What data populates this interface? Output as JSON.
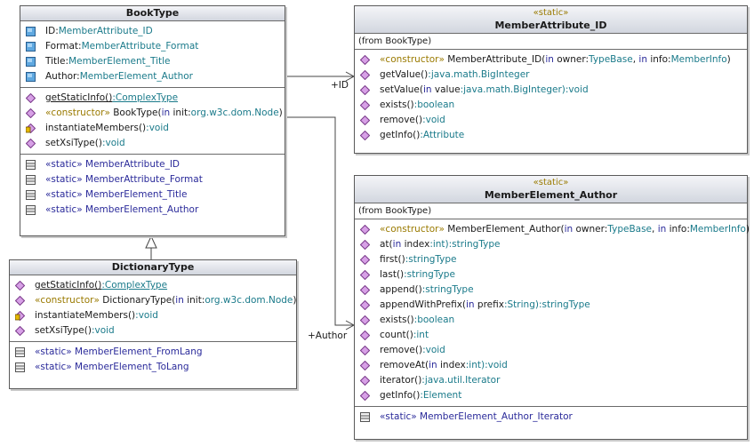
{
  "book_type": {
    "name": "BookType",
    "attributes": [
      {
        "name": "ID",
        "sep": ":",
        "type": "MemberAttribute_ID"
      },
      {
        "name": "Format",
        "sep": ":",
        "type": "MemberAttribute_Format"
      },
      {
        "name": "Title",
        "sep": ":",
        "type": "MemberElement_Title"
      },
      {
        "name": "Author",
        "sep": ":",
        "type": "MemberElement_Author"
      }
    ],
    "ops": {
      "op1_name": "getStaticInfo()",
      "op1_type": ":ComplexType",
      "op2_kw": "«constructor»",
      "op2_name": " BookType(",
      "op2_in": "in",
      "op2_pname": " init",
      "op2_sep": ":",
      "op2_ptype": "org.w3c.dom.Node",
      "op2_close": ")",
      "op3_name": "instantiateMembers()",
      "op3_type": ":void",
      "op4_name": "setXsiType()",
      "op4_type": ":void"
    },
    "nested": [
      {
        "kw": "«static»",
        "name": " MemberAttribute_ID"
      },
      {
        "kw": "«static»",
        "name": " MemberAttribute_Format"
      },
      {
        "kw": "«static»",
        "name": " MemberElement_Title"
      },
      {
        "kw": "«static»",
        "name": " MemberElement_Author"
      }
    ]
  },
  "dictionary_type": {
    "name": "DictionaryType",
    "ops": {
      "op1_name": "getStaticInfo()",
      "op1_type": ":ComplexType",
      "op2_kw": "«constructor»",
      "op2_name": " DictionaryType(",
      "op2_in": "in",
      "op2_pname": " init",
      "op2_sep": ":",
      "op2_ptype": "org.w3c.dom.Node",
      "op2_close": ")",
      "op3_name": "instantiateMembers()",
      "op3_type": ":void",
      "op4_name": "setXsiType()",
      "op4_type": ":void"
    },
    "nested": [
      {
        "kw": "«static»",
        "name": " MemberElement_FromLang"
      },
      {
        "kw": "«static»",
        "name": " MemberElement_ToLang"
      }
    ]
  },
  "member_attribute_id": {
    "stereotype": "«static»",
    "name": "MemberAttribute_ID",
    "from": "(from BookType)",
    "ops": {
      "c_kw": "«constructor»",
      "c_name": " MemberAttribute_ID(",
      "c_in1": "in",
      "c_p1": " owner",
      "c_s1": ":",
      "c_t1": "TypeBase",
      "c_comma": ", ",
      "c_in2": "in",
      "c_p2": " info",
      "c_s2": ":",
      "c_t2": "MemberInfo",
      "c_close": ")",
      "o2_name": "getValue()",
      "o2_type": ":java.math.BigInteger",
      "o3_name": "setValue(",
      "o3_in": "in",
      "o3_pname": " value",
      "o3_ptype": ":java.math.BigInteger",
      "o3_type": "):void",
      "o4_name": "exists()",
      "o4_type": ":boolean",
      "o5_name": "remove()",
      "o5_type": ":void",
      "o6_name": "getInfo()",
      "o6_type": ":Attribute"
    }
  },
  "member_element_author": {
    "stereotype": "«static»",
    "name": "MemberElement_Author",
    "from": "(from BookType)",
    "ops": {
      "c_kw": "«constructor»",
      "c_name": " MemberElement_Author(",
      "c_in1": "in",
      "c_p1": " owner",
      "c_s1": ":",
      "c_t1": "TypeBase",
      "c_comma": ", ",
      "c_in2": "in",
      "c_p2": " info",
      "c_s2": ":",
      "c_t2": "MemberInfo",
      "c_close": ")",
      "at_name": "at(",
      "at_in": "in",
      "at_p": " index",
      "at_pt": ":int",
      "at_type": "):stringType",
      "first_name": "first()",
      "first_type": ":stringType",
      "last_name": "last()",
      "last_type": ":stringType",
      "append_name": "append()",
      "append_type": ":stringType",
      "awp_name": "appendWithPrefix(",
      "awp_in": "in",
      "awp_p": " prefix",
      "awp_pt": ":String",
      "awp_type": "):stringType",
      "exists_name": "exists()",
      "exists_type": ":boolean",
      "count_name": "count()",
      "count_type": ":int",
      "remove_name": "remove()",
      "remove_type": ":void",
      "removeat_name": "removeAt(",
      "removeat_in": "in",
      "removeat_p": " index",
      "removeat_pt": ":int",
      "removeat_type": "):void",
      "iter_name": "iterator()",
      "iter_type": ":java.util.Iterator",
      "getinfo_name": "getInfo()",
      "getinfo_type": ":Element"
    },
    "nested": [
      {
        "kw": "«static»",
        "name": " MemberElement_Author_Iterator"
      }
    ]
  },
  "links": {
    "id_role": "+ID",
    "author_role": "+Author"
  },
  "colors": {
    "stereotype": "#9a7a00",
    "type": "#1a7a8a",
    "operation_icon": "#d7a0e6",
    "attribute_icon": "#5fa8e0"
  },
  "icons": {
    "attribute": "attribute-icon",
    "operation": "operation-icon",
    "protected_operation": "protected-operation-icon",
    "nested_class": "nested-class-icon"
  }
}
